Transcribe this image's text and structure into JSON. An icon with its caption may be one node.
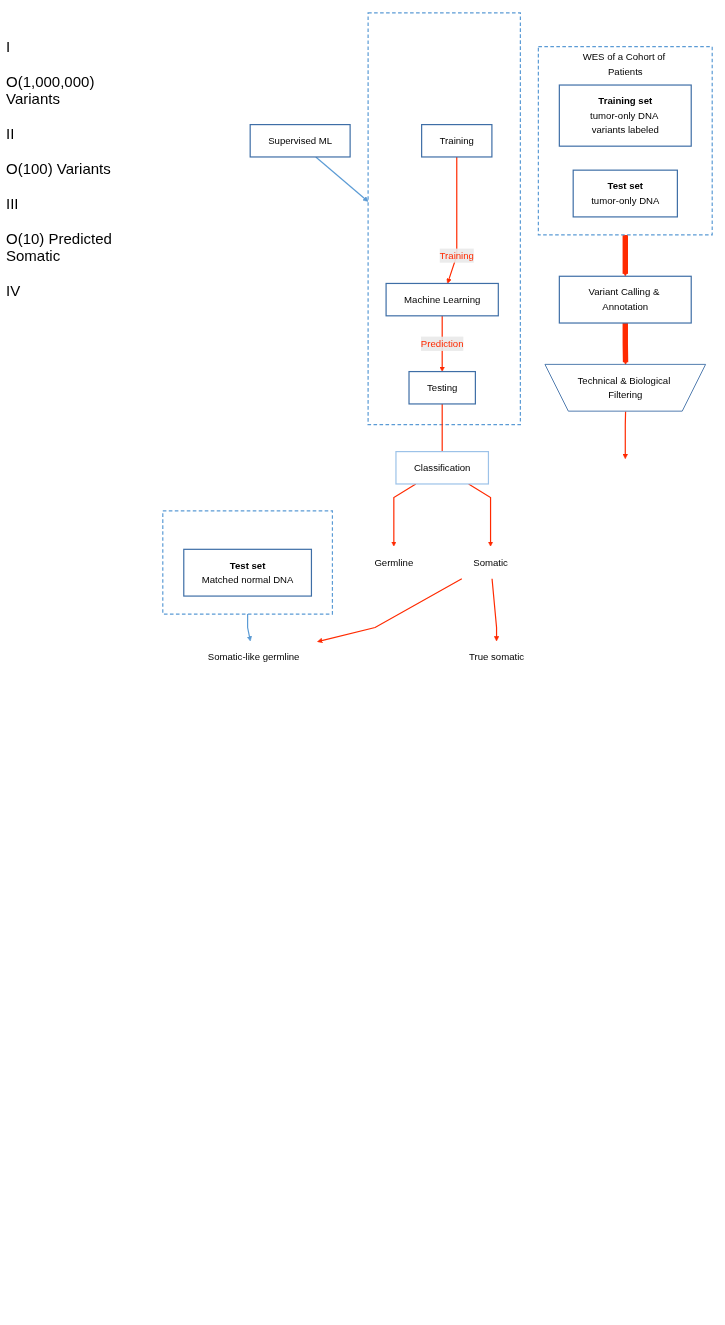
{
  "diagram": {
    "nodes": [
      {
        "text": [
          "WES of a Cohort of Patients"
        ]
      },
      {
        "text": [
          "Training set",
          "tumor-only DNA variants labeled"
        ],
        "in": 0
      },
      {
        "text": [
          "Test set",
          "tumor-only DNA"
        ],
        "in": 0
      },
      {
        "text": [
          "Variant Calling & Annotation"
        ]
      },
      {
        "text": [
          "Technical & Biological Filtering"
        ]
      },
      {
        "text": [
          "Supervised ML"
        ]
      },
      {
        "text": [],
        "shape": "box"
      },
      {
        "text": [
          "Machine Learning"
        ],
        "in": 6
      },
      {
        "text": [
          "Training"
        ],
        "in": 6
      },
      {
        "text": [
          "Testing"
        ],
        "in": 6
      },
      {
        "text": [
          "Classification"
        ]
      },
      {
        "text": [
          "Germline"
        ]
      },
      {
        "text": [
          "Somatic"
        ]
      },
      {
        "text": [],
        "shape": "box"
      },
      {
        "text": [
          "Test set",
          "Matched normal DNA"
        ],
        "in": 13
      },
      {
        "text": [
          "Somatic-like germline"
        ]
      },
      {
        "text": [
          "True somatic"
        ]
      }
    ],
    "edges": [
      {
        "from": 0,
        "to": 3,
        "arrow": "to",
        "style": "thick"
      },
      {
        "from": 3,
        "to": 4,
        "arrow": "to",
        "style": "thick"
      },
      {
        "from": 4,
        "to": null,
        "arrow": "to"
      },
      {
        "from": 5,
        "to": 6,
        "arrow": "to",
        "color": "#5b9bd5"
      },
      {
        "from": 8,
        "to": 7,
        "arrow": "to",
        "label": "Training"
      },
      {
        "from": 7,
        "to": 9,
        "arrow": "to",
        "label": "Prediction"
      },
      {
        "from": 9,
        "to": 10,
        "arrow": "none"
      },
      {
        "from": 10,
        "to": 11,
        "arrow": "to"
      },
      {
        "from": 10,
        "to": 12,
        "arrow": "to"
      },
      {
        "from": 12,
        "to": 15,
        "arrow": "to"
      },
      {
        "from": 12,
        "to": 16,
        "arrow": "to"
      },
      {
        "from": 13,
        "to": 15,
        "arrow": "to",
        "color": "#5b9bd5"
      }
    ],
    "labels": [
      "I",
      "O(1,000,000) Variants",
      "II",
      "O(100) Variants",
      "III",
      "O(10) Predicted Somatic",
      "IV"
    ]
  }
}
